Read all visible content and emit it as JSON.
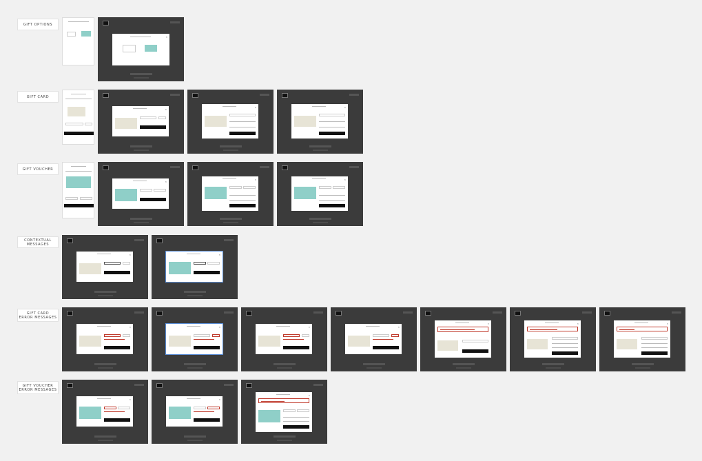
{
  "rows": [
    {
      "key": "gift_options",
      "label": "GIFT OPTIONS"
    },
    {
      "key": "gift_card",
      "label": "GIFT CARD"
    },
    {
      "key": "gift_voucher",
      "label": "GIFT VOUCHER"
    },
    {
      "key": "contextual",
      "label": "CONTEXTUAL MESSAGES"
    },
    {
      "key": "card_err",
      "label_1": "GIFT CARD",
      "label_2": "ERROR MESSAGES"
    },
    {
      "key": "voucher_err",
      "label_1": "GIFT VOUCHER",
      "label_2": "ERROR MESSAGES"
    }
  ],
  "colors": {
    "canvas": "#f1f1f1",
    "frame": "#3b3b3b",
    "accent_voucher": "#8fcfc8",
    "error": "#c0392b",
    "selection": "#5b8fd8",
    "button": "#111111"
  }
}
